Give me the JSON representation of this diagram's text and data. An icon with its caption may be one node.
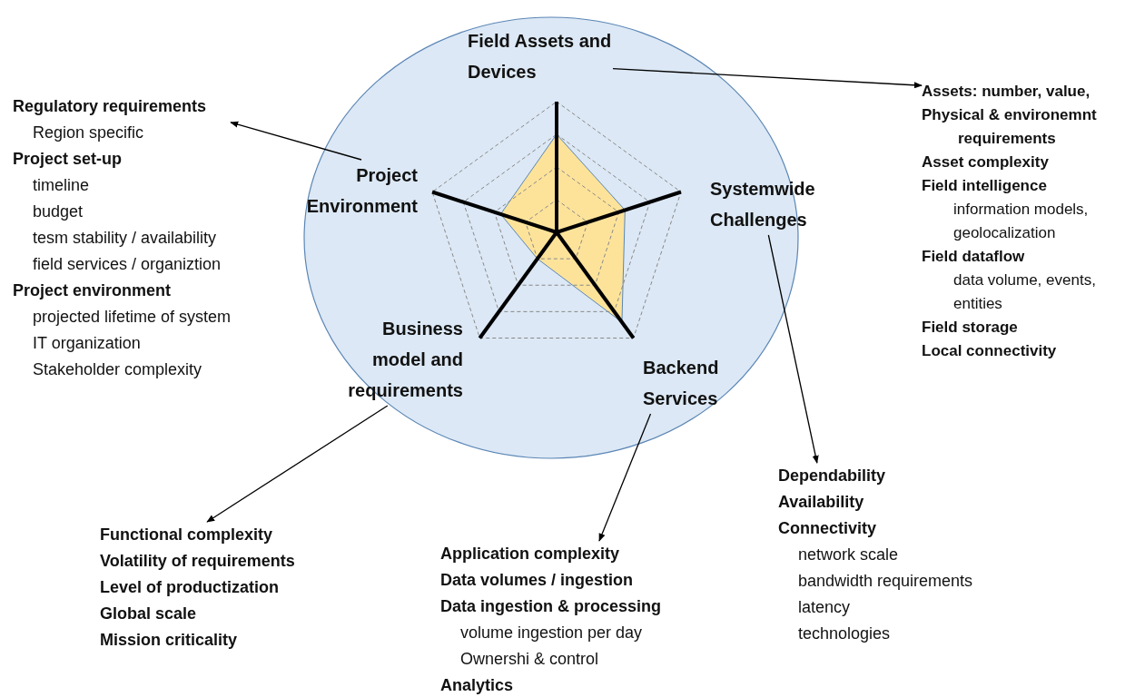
{
  "diagram": {
    "nodes": [
      {
        "text": [
          "Field Assets and Devices"
        ]
      },
      {
        "text": [
          "Regulatory requirements",
          "Region specific",
          "Project set-up",
          "timeline",
          "budget",
          "tesm stability / availability",
          "field services / organiztion",
          "Project environment",
          "projected lifetime of system",
          "IT organization",
          "Stakeholder complexity"
        ]
      },
      {
        "text": [
          "Assets: number, value,",
          "Physical  & environemnt requirements",
          "Asset complexity",
          "Field intelligence",
          "information models, geolocalization",
          "Field dataflow",
          "data volume, events, entities",
          "Field storage",
          "Local connectivity"
        ]
      },
      {
        "text": [
          "Project Environment"
        ]
      },
      {
        "text": [
          "Systemwide Challenges"
        ]
      },
      {
        "text": [
          "Business model and requirements"
        ]
      },
      {
        "text": [
          "Backend Services"
        ]
      },
      {
        "text": [
          "Dependability",
          "Availability",
          "Connectivity",
          "network scale",
          "bandwidth requirements",
          "latency",
          "technologies"
        ]
      },
      {
        "text": [
          "Functional complexity",
          "Volatility of requirements",
          "Level of productization",
          "Global scale",
          "Mission criticality"
        ]
      },
      {
        "text": [
          "Application complexity",
          "Data volumes / ingestion",
          "Data ingestion & processing",
          "volume ingestion per day",
          "Ownershi & control",
          "Analytics"
        ]
      }
    ],
    "edges": [
      {
        "from": 0,
        "to": 2,
        "arrow": "to"
      },
      {
        "from": 3,
        "to": 1,
        "arrow": "to"
      },
      {
        "from": 4,
        "to": 7,
        "arrow": "to"
      },
      {
        "from": 5,
        "to": 8,
        "arrow": "to"
      },
      {
        "from": 6,
        "to": 9,
        "arrow": "to"
      }
    ]
  }
}
